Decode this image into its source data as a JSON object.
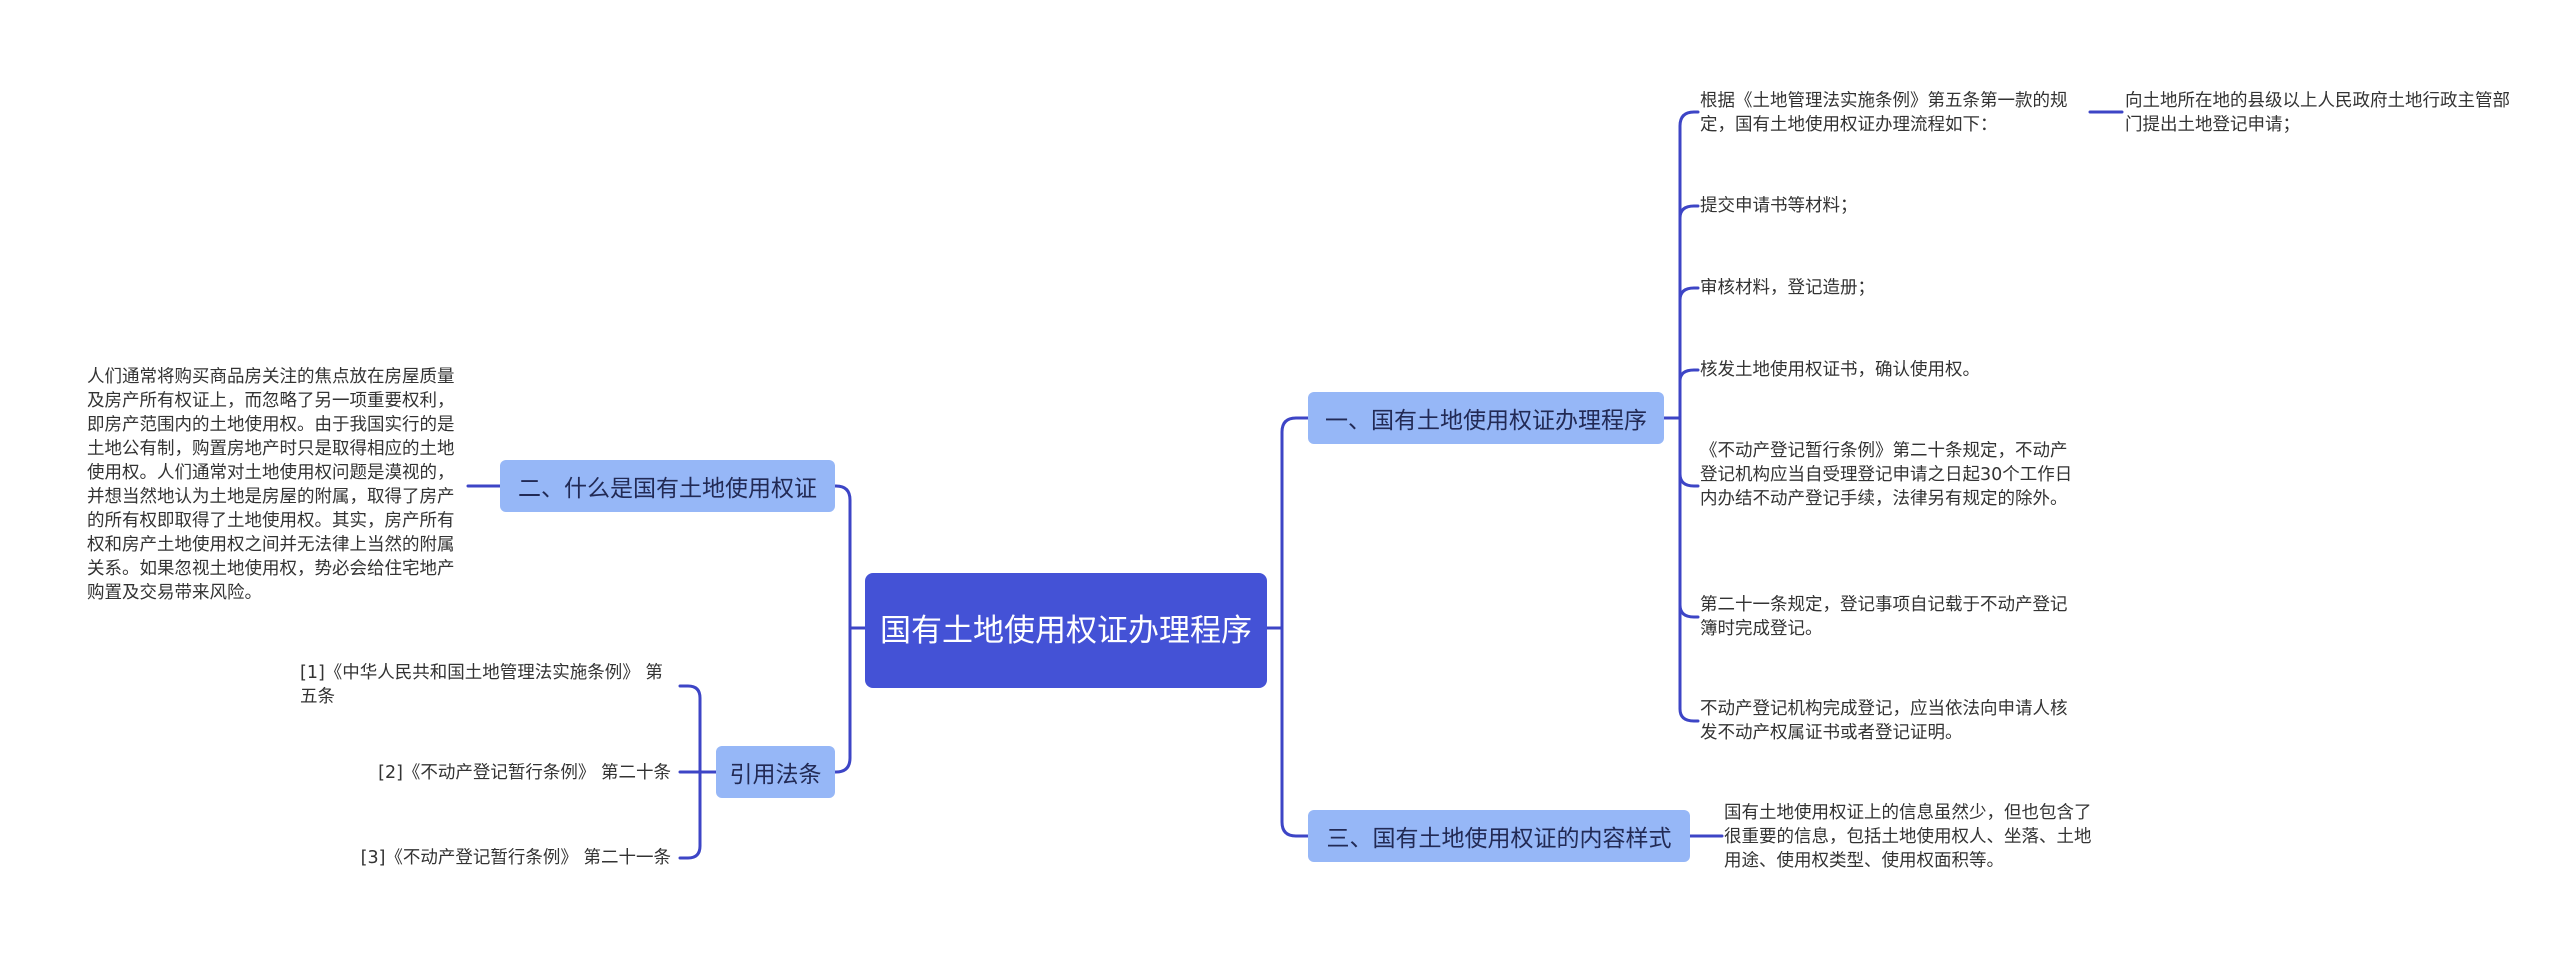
{
  "root": {
    "title": "国有土地使用权证办理程序"
  },
  "branches": {
    "b1": {
      "label": "一、国有土地使用权证办理程序"
    },
    "b2": {
      "label": "二、什么是国有土地使用权证"
    },
    "b3": {
      "label": "三、国有土地使用权证的内容样式"
    },
    "b4": {
      "label": "引用法条"
    }
  },
  "leaves": {
    "b1_1": "根据《土地管理法实施条例》第五条第一款的规定，国有土地使用权证办理流程如下：",
    "b1_1_1": "向土地所在地的县级以上人民政府土地行政主管部门提出土地登记申请；",
    "b1_2": "提交申请书等材料；",
    "b1_3": "审核材料，登记造册；",
    "b1_4": "核发土地使用权证书，确认使用权。",
    "b1_5": "《不动产登记暂行条例》第二十条规定，不动产登记机构应当自受理登记申请之日起30个工作日内办结不动产登记手续，法律另有规定的除外。",
    "b1_6": "第二十一条规定，登记事项自记载于不动产登记簿时完成登记。",
    "b1_7": "不动产登记机构完成登记，应当依法向申请人核发不动产权属证书或者登记证明。",
    "b2_1": "人们通常将购买商品房关注的焦点放在房屋质量及房产所有权证上，而忽略了另一项重要权利，即房产范围内的土地使用权。由于我国实行的是土地公有制，购置房地产时只是取得相应的土地使用权。人们通常对土地使用权问题是漠视的，并想当然地认为土地是房屋的附属，取得了房产的所有权即取得了土地使用权。其实，房产所有权和房产土地使用权之间并无法律上当然的附属关系。如果忽视土地使用权，势必会给住宅地产购置及交易带来风险。",
    "b3_1": "国有土地使用权证上的信息虽然少，但也包含了很重要的信息，包括土地使用权人、坐落、土地用途、使用权类型、使用权面积等。",
    "b4_1": "[1]《中华人民共和国土地管理法实施条例》 第五条",
    "b4_2": "[2]《不动产登记暂行条例》 第二十条",
    "b4_3": "[3]《不动产登记暂行条例》 第二十一条"
  },
  "colors": {
    "root": "#4452d6",
    "branch": "#96b7f7",
    "line": "#3d45c6",
    "text": "#333333"
  }
}
